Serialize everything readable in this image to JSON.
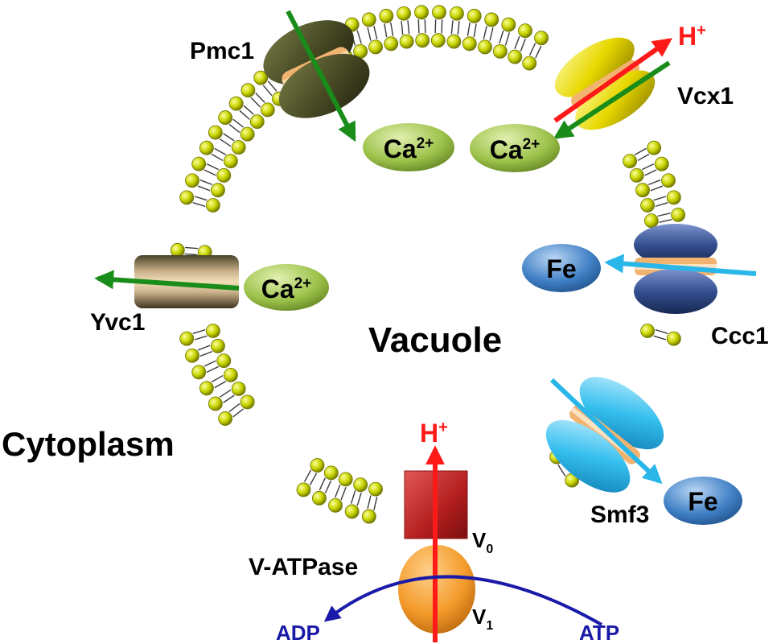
{
  "regions": {
    "vacuole": "Vacuole",
    "cytoplasm": "Cytoplasm"
  },
  "transporters": {
    "pmc1": "Pmc1",
    "vcx1": "Vcx1",
    "ccc1": "Ccc1",
    "smf3": "Smf3",
    "yvc1": "Yvc1"
  },
  "vatpase": {
    "name": "V-ATPase",
    "v0": {
      "base": "V",
      "sub": "0"
    },
    "v1": {
      "base": "V",
      "sub": "1"
    },
    "adp": "ADP",
    "atp": "ATP"
  },
  "ions": {
    "ca_base": "Ca",
    "ca_charge": "2+",
    "proton_base": "H",
    "proton_charge": "+",
    "fe": "Fe"
  },
  "colors": {
    "lipid_head": "#c8d400",
    "calcium_arrow": "#1a8c1a",
    "iron_arrow": "#29b6e8",
    "proton_arrow": "#ff1a1a",
    "atp_arrow": "#1a1aa8",
    "ca_ion_fill": "#9cc24a",
    "fe_ion_fill": "#3f7fc4",
    "label_red": "#ff1a1a",
    "label_blue": "#1a1aa8"
  }
}
